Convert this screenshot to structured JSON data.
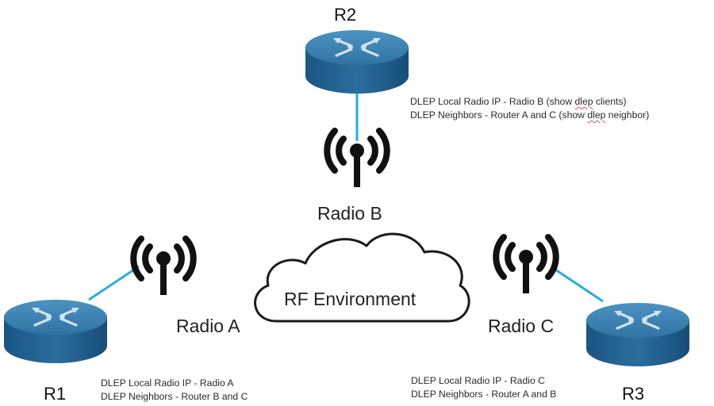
{
  "routers": [
    {
      "id": "r1",
      "label": "R1"
    },
    {
      "id": "r2",
      "label": "R2"
    },
    {
      "id": "r3",
      "label": "R3"
    }
  ],
  "radios": [
    {
      "id": "a",
      "label": "Radio A"
    },
    {
      "id": "b",
      "label": "Radio B"
    },
    {
      "id": "c",
      "label": "Radio C"
    }
  ],
  "cloud": {
    "label": "RF Environment"
  },
  "notes": {
    "r2": {
      "line1_a": "DLEP Local Radio IP - Radio B (show ",
      "line1_word": "dlep",
      "line1_b": " clients)",
      "line2_a": "DLEP Neighbors - Router A and C (show ",
      "line2_word": "dlep",
      "line2_b": " neighbor)"
    },
    "r1": {
      "line1": "DLEP Local Radio IP - Radio A",
      "line2": "DLEP Neighbors - Router B and C"
    },
    "r3": {
      "line1": "DLEP Local Radio IP - Radio C",
      "line2": "DLEP Neighbors - Router A and B"
    }
  },
  "colors": {
    "link": "#29abe2",
    "router_top": "#3a7fae",
    "router_side": "#1f5f8f",
    "antenna": "#111111"
  }
}
